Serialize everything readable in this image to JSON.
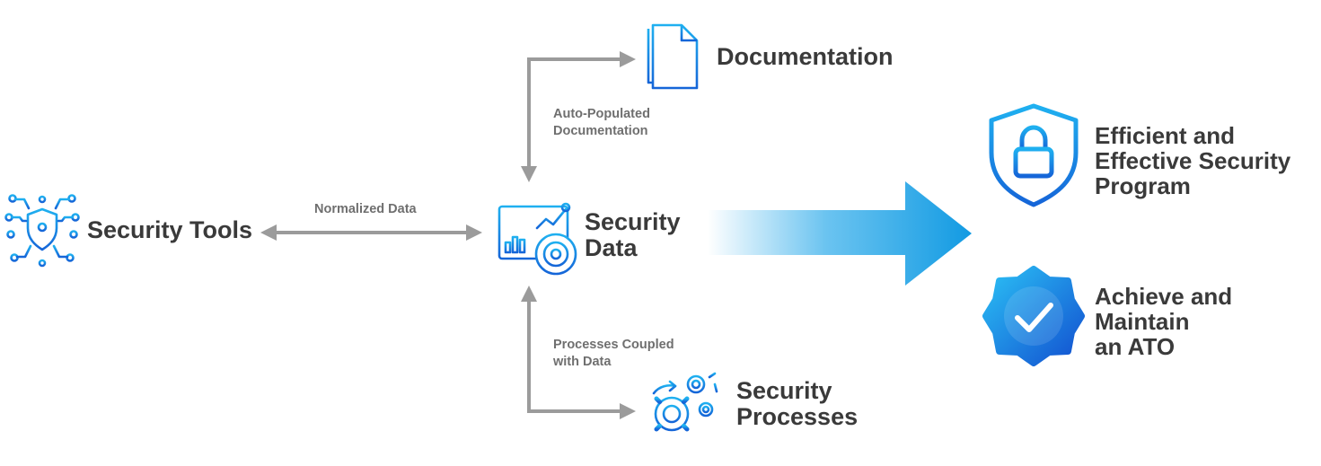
{
  "nodes": {
    "security_tools": {
      "label": "Security Tools"
    },
    "documentation": {
      "label": "Documentation"
    },
    "security_data": {
      "lines": [
        "Security",
        "Data"
      ]
    },
    "security_processes": {
      "lines": [
        "Security",
        "Processes"
      ]
    }
  },
  "edges": {
    "normalized": {
      "label": "Normalized Data"
    },
    "auto_populated": {
      "lines": [
        "Auto-Populated",
        "Documentation"
      ]
    },
    "processes_coupled": {
      "lines": [
        "Processes Coupled",
        "with Data"
      ]
    }
  },
  "outcomes": {
    "efficient": {
      "lines": [
        "Efficient and",
        "Effective Security",
        "Program"
      ]
    },
    "ato": {
      "lines": [
        "Achieve and",
        "Maintain",
        "an ATO"
      ]
    }
  },
  "icons": {
    "security_tools": "circuit-shield-icon",
    "documentation": "document-icon",
    "security_data": "dashboard-chart-icon",
    "security_processes": "gears-icon",
    "efficient": "shield-lock-icon",
    "ato": "verified-badge-icon",
    "big_arrow": "gradient-arrow-icon"
  },
  "colors": {
    "accent_blue": "#1aa3e8",
    "deep_blue": "#1565d8",
    "connector_gray": "#9b9b9b",
    "text_dark": "#3a3a3a",
    "text_gray": "#6f6f6f"
  }
}
